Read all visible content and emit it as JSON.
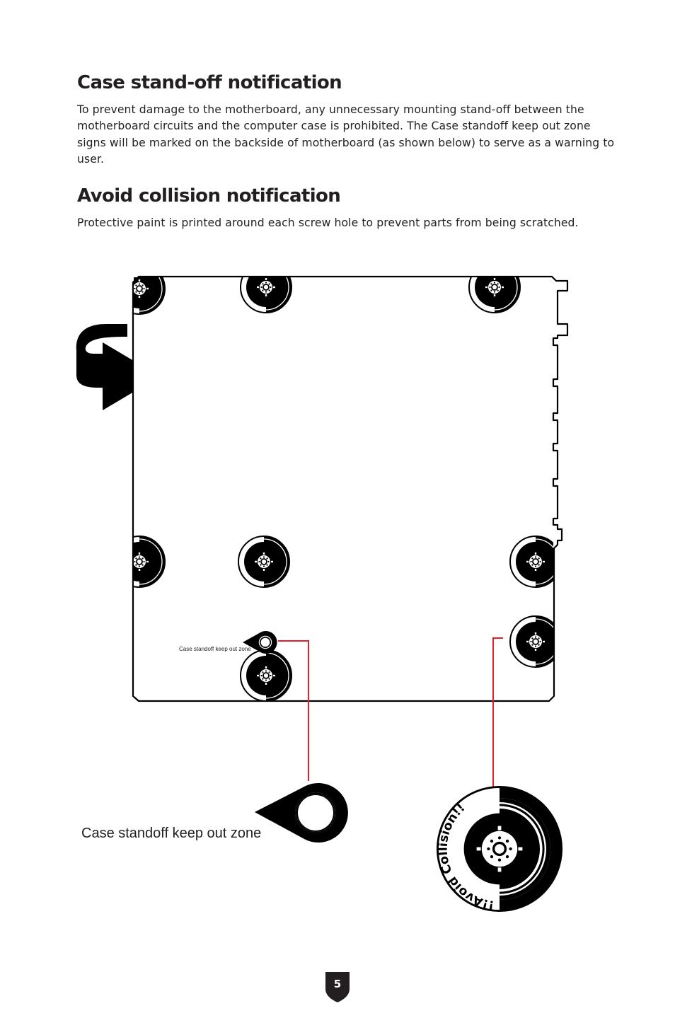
{
  "sections": [
    {
      "heading": "Case stand-off notification",
      "body": "To prevent damage to the motherboard, any unnecessary mounting stand-off between the motherboard circuits and the computer case is prohibited. The Case standoff keep out zone signs will be marked on the backside of motherboard (as shown below) to serve as a warning to user."
    },
    {
      "heading": "Avoid collision notification",
      "body": "Protective paint is printed around each screw hole to prevent parts from being scratched."
    }
  ],
  "diagram": {
    "keep_out_label_small": "Case standoff keep out zone",
    "keep_out_label_large": "Case standoff keep out zone",
    "marker_text": "!!Avoid Collision!!",
    "leader_color": "#e0202a",
    "ink_color": "#000000"
  },
  "page_number": "5"
}
